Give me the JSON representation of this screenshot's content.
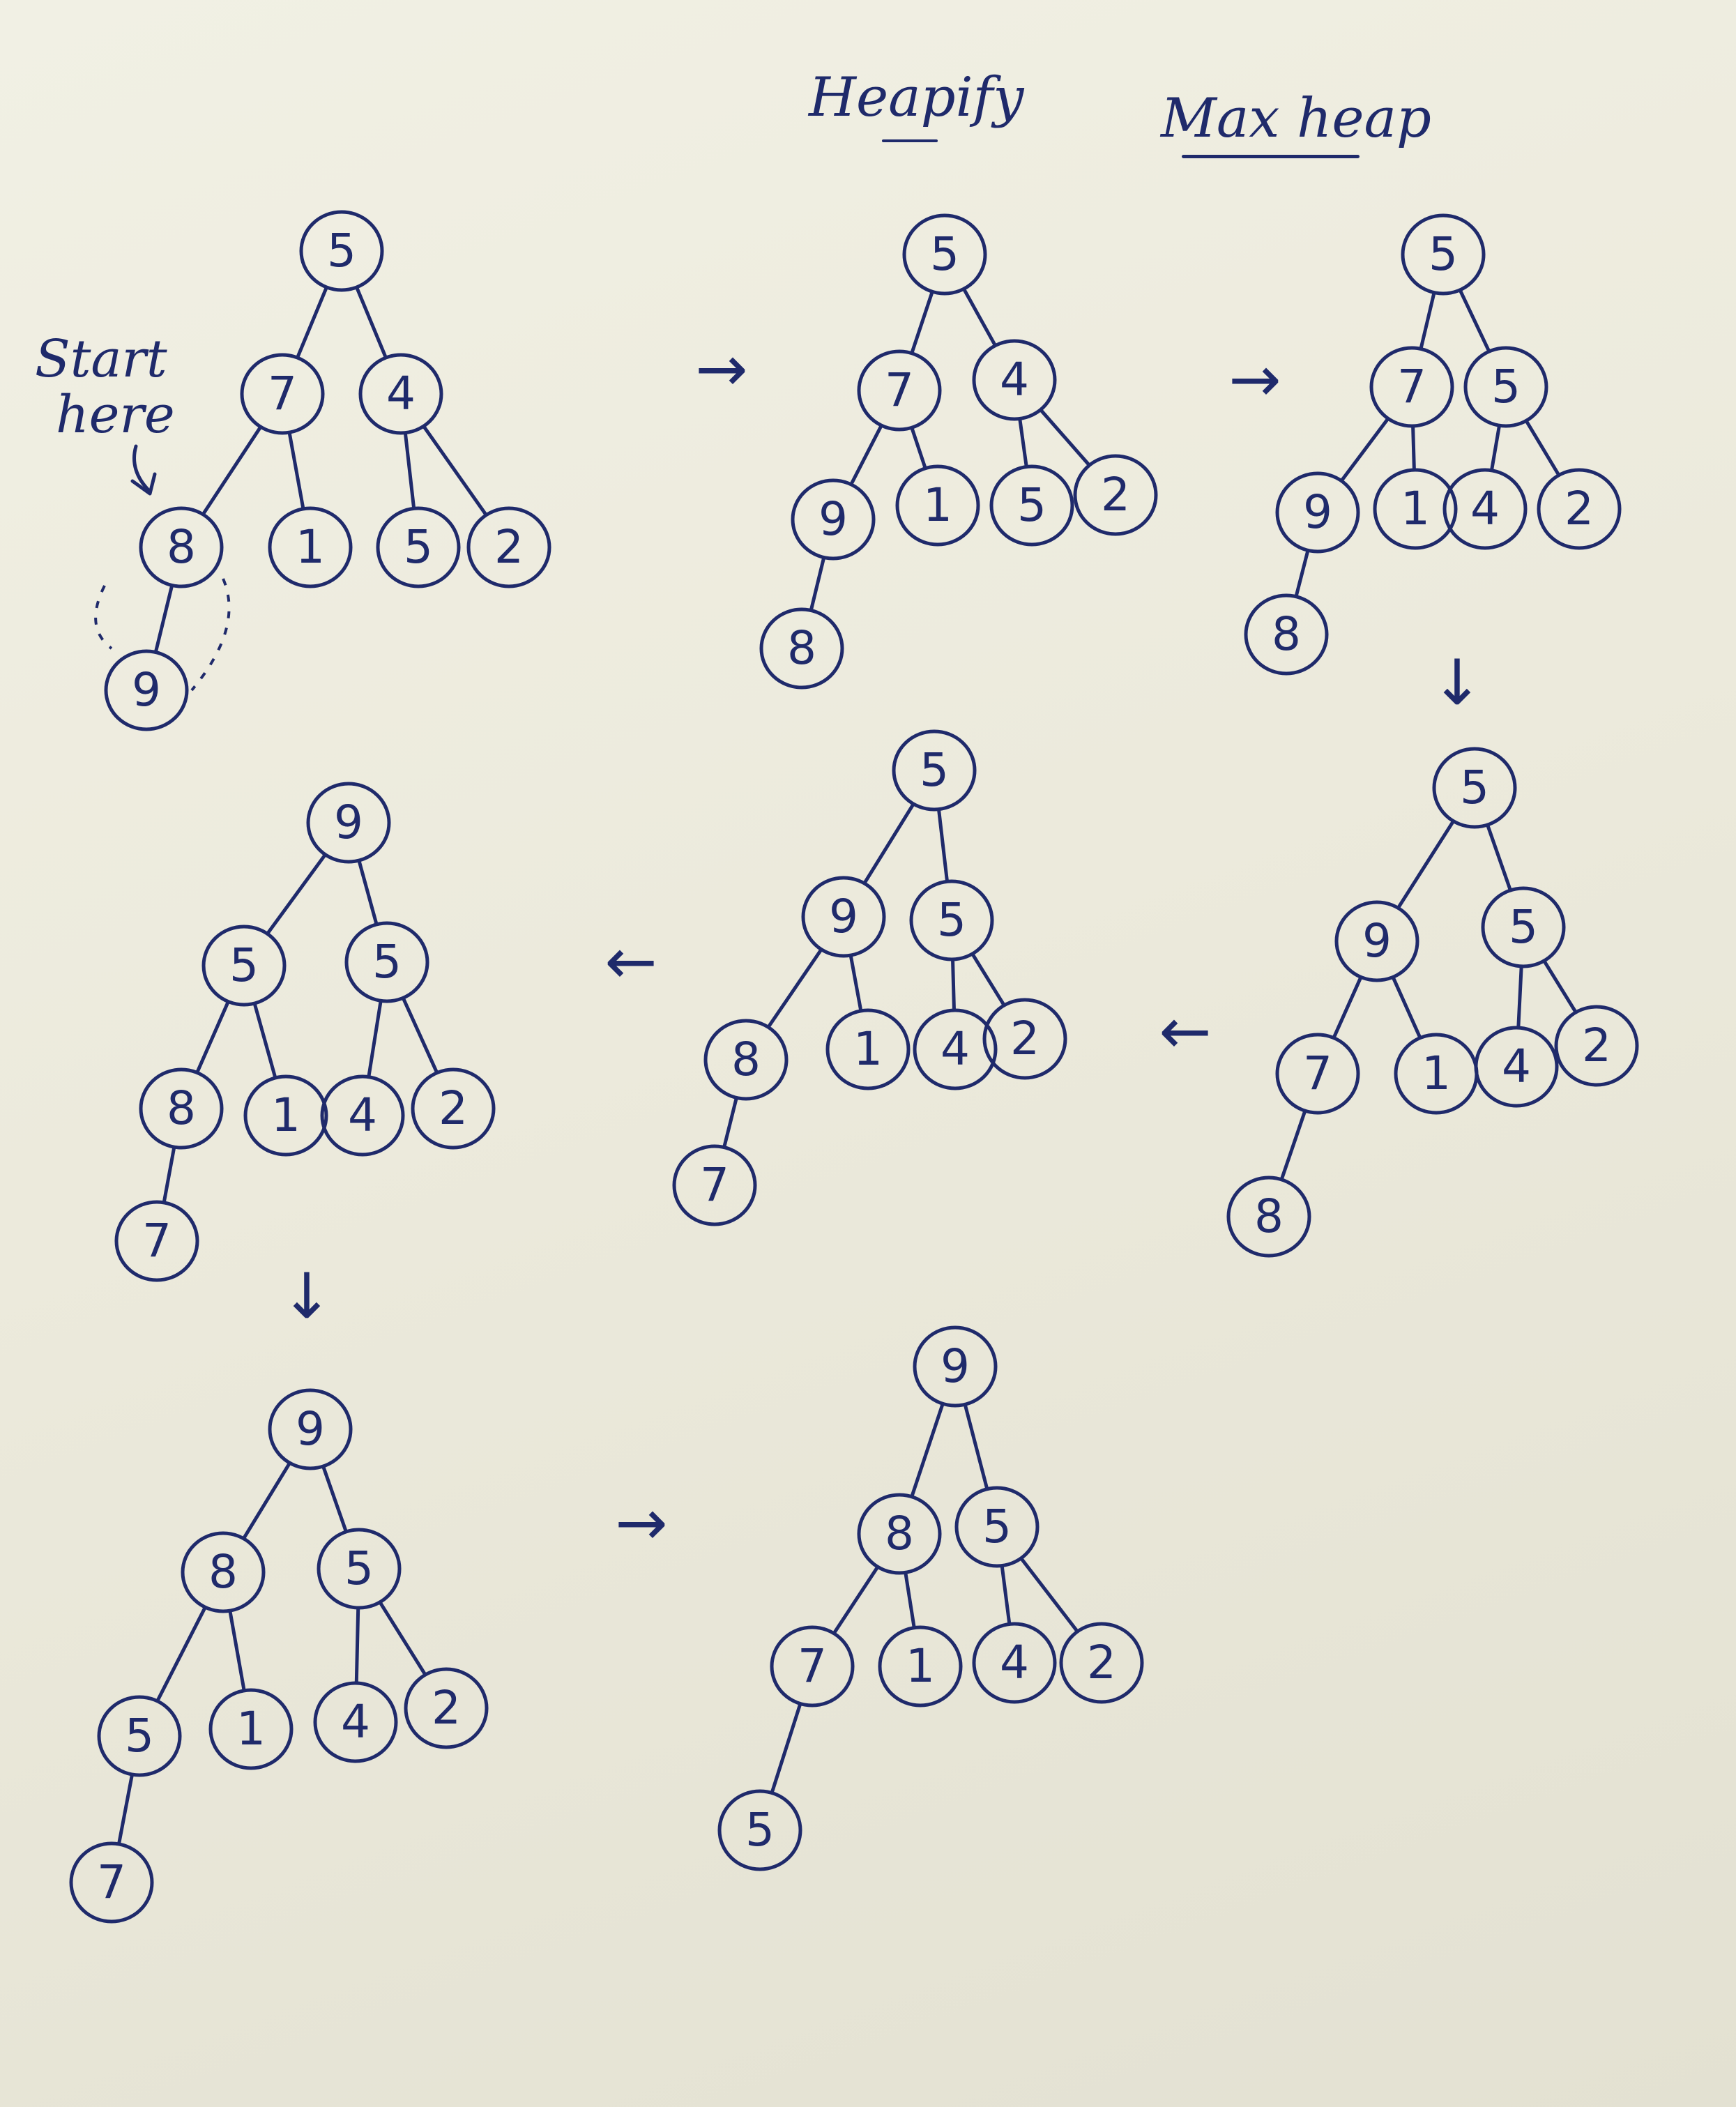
{
  "title": "Heapify",
  "subtitle": "Max heap",
  "start_annotation": {
    "line1": "Start",
    "line2": "here"
  },
  "colors": {
    "ink": "#1f2a6b",
    "paper": "#ecebde"
  },
  "steps": [
    {
      "id": "step-1",
      "nodes": [
        "5",
        "7",
        "4",
        "8",
        "1",
        "5",
        "2",
        "9"
      ]
    },
    {
      "id": "step-2",
      "nodes": [
        "5",
        "7",
        "4",
        "9",
        "1",
        "5",
        "2",
        "8"
      ]
    },
    {
      "id": "step-3",
      "nodes": [
        "5",
        "7",
        "5",
        "9",
        "1",
        "4",
        "2",
        "8"
      ]
    },
    {
      "id": "step-4",
      "nodes": [
        "5",
        "9",
        "5",
        "7",
        "1",
        "4",
        "2",
        "8"
      ]
    },
    {
      "id": "step-5",
      "nodes": [
        "5",
        "9",
        "5",
        "8",
        "1",
        "4",
        "2",
        "7"
      ]
    },
    {
      "id": "step-6",
      "nodes": [
        "9",
        "5",
        "5",
        "8",
        "1",
        "4",
        "2",
        "7"
      ]
    },
    {
      "id": "step-7",
      "nodes": [
        "9",
        "8",
        "5",
        "5",
        "1",
        "4",
        "2",
        "7"
      ]
    },
    {
      "id": "step-8",
      "nodes": [
        "9",
        "8",
        "5",
        "7",
        "1",
        "4",
        "2",
        "5"
      ]
    }
  ],
  "arrows": [
    "→",
    "→",
    "↓",
    "←",
    "←",
    "↓",
    "→"
  ]
}
